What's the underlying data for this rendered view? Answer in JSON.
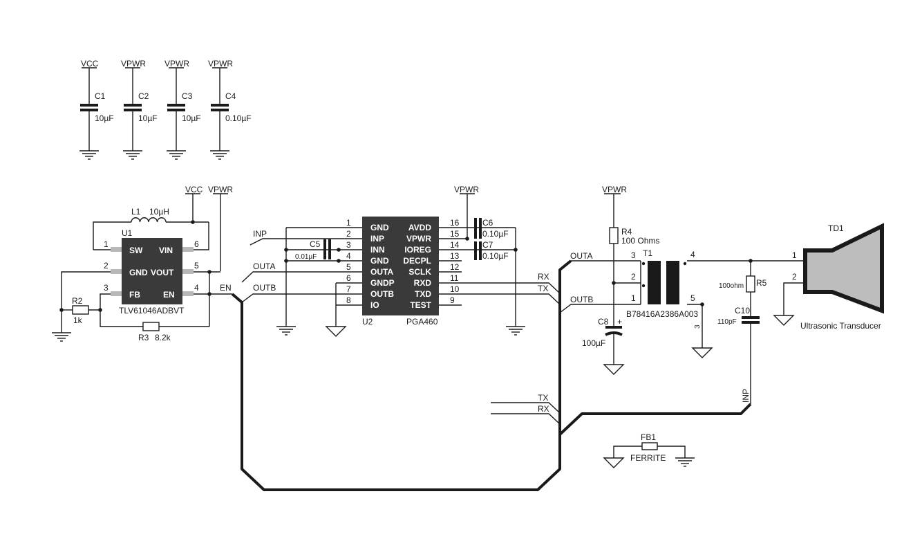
{
  "decoupling_caps": [
    {
      "net": "VCC",
      "ref": "C1",
      "value": "10µF"
    },
    {
      "net": "VPWR",
      "ref": "C2",
      "value": "10µF"
    },
    {
      "net": "VPWR",
      "ref": "C3",
      "value": "10µF"
    },
    {
      "net": "VPWR",
      "ref": "C4",
      "value": "0.10µF"
    }
  ],
  "u1": {
    "ref": "U1",
    "part": "TLV61046ADBVT",
    "left_pins": [
      {
        "num": "1",
        "name": "SW"
      },
      {
        "num": "2",
        "name": "GND"
      },
      {
        "num": "3",
        "name": "FB"
      }
    ],
    "right_pins": [
      {
        "num": "6",
        "name": "VIN"
      },
      {
        "num": "5",
        "name": "VOUT"
      },
      {
        "num": "4",
        "name": "EN"
      }
    ]
  },
  "boost": {
    "vcc": "VCC",
    "vpwr": "VPWR",
    "l1_ref": "L1",
    "l1_value": "10µH",
    "r2_ref": "R2",
    "r2_value": "1k",
    "r3_ref": "R3",
    "r3_value": "8.2k",
    "en_net": "EN"
  },
  "u2": {
    "ref": "U2",
    "part": "PGA460",
    "vpwr": "VPWR",
    "left_pins": [
      {
        "num": "1",
        "name": "GND"
      },
      {
        "num": "2",
        "name": "INP"
      },
      {
        "num": "3",
        "name": "INN"
      },
      {
        "num": "4",
        "name": "GND"
      },
      {
        "num": "5",
        "name": "OUTA"
      },
      {
        "num": "6",
        "name": "GNDP"
      },
      {
        "num": "7",
        "name": "OUTB"
      },
      {
        "num": "8",
        "name": "IO"
      }
    ],
    "right_pins": [
      {
        "num": "16",
        "name": "AVDD"
      },
      {
        "num": "15",
        "name": "VPWR"
      },
      {
        "num": "14",
        "name": "IOREG"
      },
      {
        "num": "13",
        "name": "DECPL"
      },
      {
        "num": "12",
        "name": "SCLK"
      },
      {
        "num": "11",
        "name": "RXD"
      },
      {
        "num": "10",
        "name": "TXD"
      },
      {
        "num": "9",
        "name": "TEST"
      }
    ]
  },
  "caps_u2": {
    "c5_ref": "C5",
    "c5_value": "0.01µF",
    "c6_ref": "C6",
    "c6_value": "0.10µF",
    "c7_ref": "C7",
    "c7_value": "0.10µF"
  },
  "nets": {
    "inp": "INP",
    "outa": "OUTA",
    "outb": "OUTB",
    "rx": "RX",
    "tx": "TX",
    "outa2": "OUTA",
    "outb2": "OUTB",
    "tx2": "TX",
    "rx2": "RX",
    "inp2": "INP"
  },
  "driver": {
    "vpwr": "VPWR",
    "r4_ref": "R4",
    "r4_value": "100 Ohms",
    "t1_ref": "T1",
    "t1_part": "B78416A2386A003",
    "t1_pins": [
      "3",
      "2",
      "1",
      "4",
      "5",
      "3"
    ],
    "c8_ref": "C8",
    "c8_value": "100µF",
    "c8_plus": "+"
  },
  "transducer": {
    "ref": "TD1",
    "label": "Ultrasonic Transducer",
    "pin1": "1",
    "pin2": "2",
    "r5_ref": "R5",
    "r5_value": "100ohm",
    "c10_ref": "C10",
    "c10_value": "110pF"
  },
  "ferrite": {
    "ref": "FB1",
    "label": "FERRITE"
  }
}
